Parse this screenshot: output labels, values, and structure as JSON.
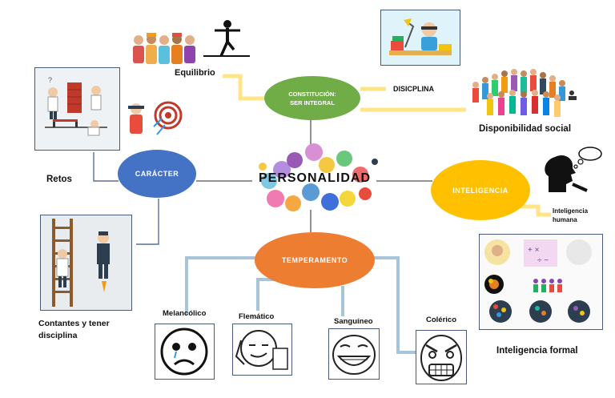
{
  "center": {
    "title": "PERSONALIDAD"
  },
  "nodes": {
    "constitucion": {
      "label": "CONSTITUCIÓN:\nSER INTEGRAL",
      "color": "#70AD47"
    },
    "caracter": {
      "label": "CARÁCTER",
      "color": "#4472C4"
    },
    "inteligencia": {
      "label": "INTELIGENCIA",
      "color": "#FFC000"
    },
    "temperamento": {
      "label": "TEMPERAMENTO",
      "color": "#ED7D31"
    }
  },
  "labels": {
    "equilibrio": "Equilibrio",
    "disciplina": "DISICPLINA",
    "disponibilidad": "Disponibilidad social",
    "retos": "Retos",
    "contantes": "Contantes y tener disciplina",
    "inteligencia_humana": "Inteligencia humana",
    "inteligencia_formal": "Inteligencia formal",
    "melancolico": "Melancólico",
    "flematico": "Flemático",
    "sanguineo": "Sanguíneo",
    "colerico": "Colérico"
  }
}
